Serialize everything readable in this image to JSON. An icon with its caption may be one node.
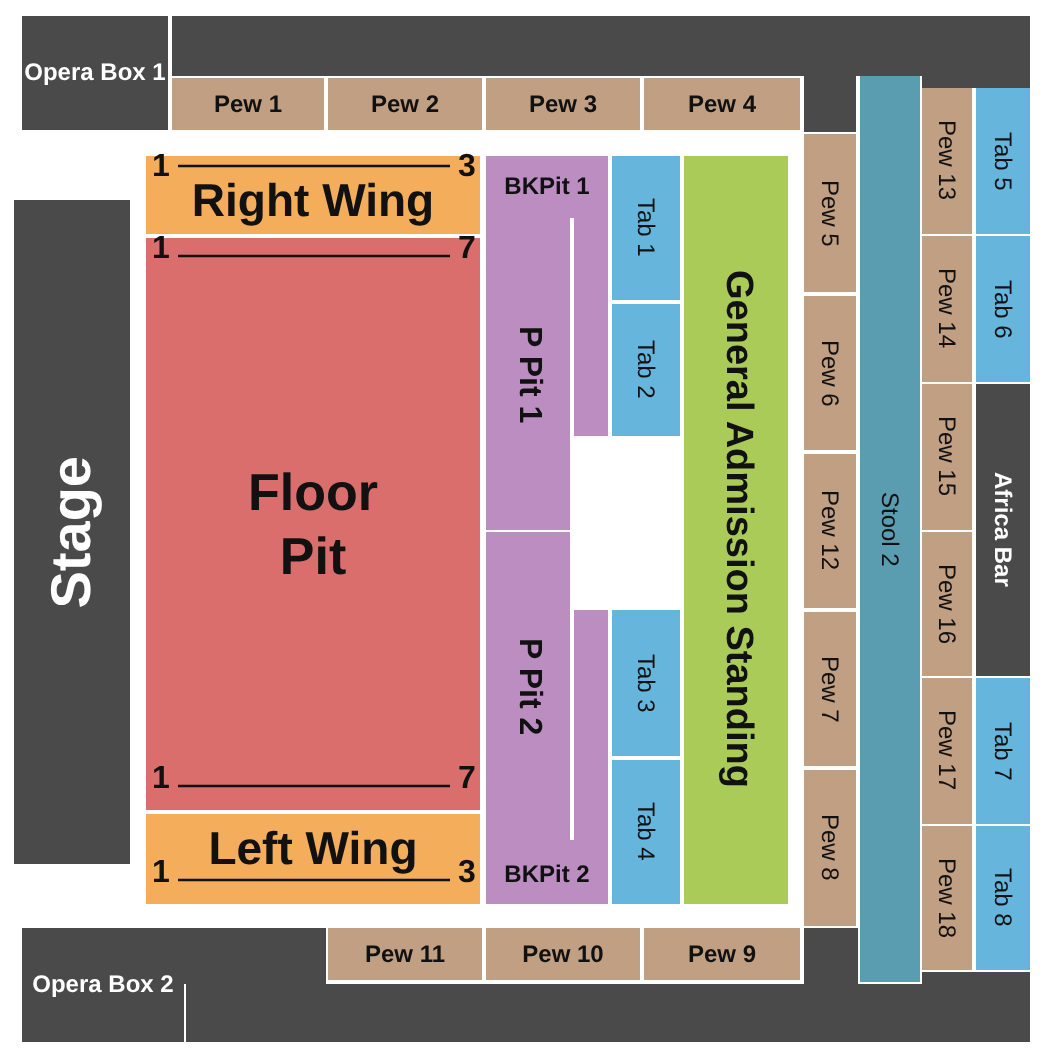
{
  "diagram": {
    "nodes": [
      {
        "text": [
          "Opera Box 1"
        ]
      },
      {
        "text": [
          "Pew 1"
        ]
      },
      {
        "text": [
          "Pew 2"
        ]
      },
      {
        "text": [
          "Pew 3"
        ]
      },
      {
        "text": [
          "Pew 4"
        ]
      },
      {
        "text": [
          "Stage"
        ]
      },
      {
        "text": [
          "Right Wing"
        ]
      },
      {
        "text": [
          "Floor Pit"
        ]
      },
      {
        "text": [
          "Left Wing"
        ]
      },
      {
        "text": [
          "BKPit 1"
        ]
      },
      {
        "text": [
          "P Pit 1"
        ]
      },
      {
        "text": [
          "P Pit 2"
        ]
      },
      {
        "text": [
          "BKPit 2"
        ]
      },
      {
        "text": [
          "Tab 1"
        ]
      },
      {
        "text": [
          "Tab 2"
        ]
      },
      {
        "text": [
          "Tab 3"
        ]
      },
      {
        "text": [
          "Tab 4"
        ]
      },
      {
        "text": [
          "General Admission Standing"
        ]
      },
      {
        "text": [
          "Pew 5"
        ]
      },
      {
        "text": [
          "Pew 6"
        ]
      },
      {
        "text": [
          "Pew 12"
        ]
      },
      {
        "text": [
          "Pew 7"
        ]
      },
      {
        "text": [
          "Pew 8"
        ]
      },
      {
        "text": [
          "Stool 2"
        ]
      },
      {
        "text": [
          "Pew 13"
        ]
      },
      {
        "text": [
          "Pew 14"
        ]
      },
      {
        "text": [
          "Pew 15"
        ]
      },
      {
        "text": [
          "Pew 16"
        ]
      },
      {
        "text": [
          "Pew 17"
        ]
      },
      {
        "text": [
          "Pew 18"
        ]
      },
      {
        "text": [
          "Tab 5"
        ]
      },
      {
        "text": [
          "Tab 6"
        ]
      },
      {
        "text": [
          "Africa Bar"
        ]
      },
      {
        "text": [
          "Tab 7"
        ]
      },
      {
        "text": [
          "Tab 8"
        ]
      },
      {
        "text": [
          "Opera Box 2"
        ]
      },
      {
        "text": [
          "Pew 11"
        ]
      },
      {
        "text": [
          "Pew 10"
        ]
      },
      {
        "text": [
          "Pew 9"
        ]
      }
    ],
    "labels": [
      "1",
      "3",
      "1",
      "7",
      "1",
      "7",
      "1",
      "3"
    ]
  }
}
